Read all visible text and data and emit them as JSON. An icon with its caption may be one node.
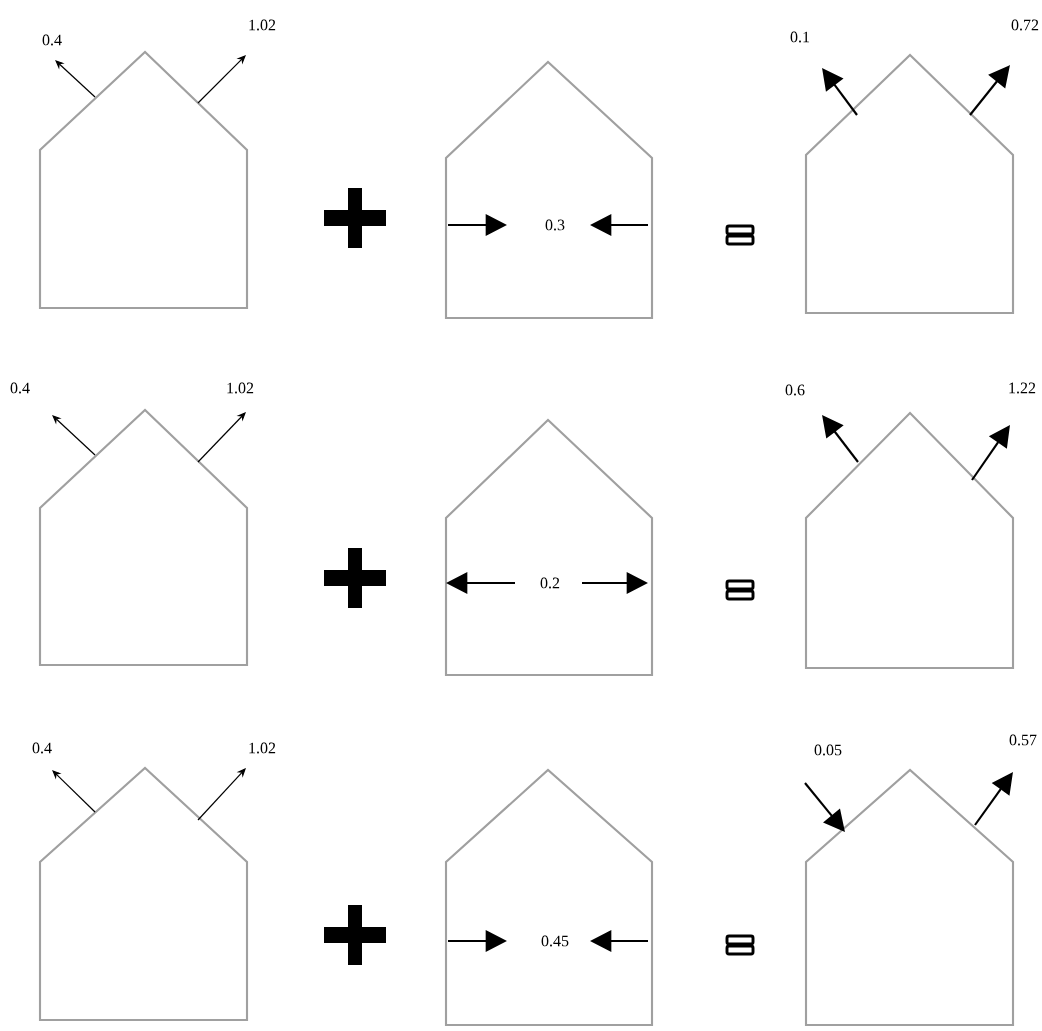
{
  "diagram": {
    "nodes": [
      {
        "text": [],
        "shape": "house"
      },
      {
        "text": [],
        "shape": "house"
      },
      {
        "text": [],
        "shape": "house"
      },
      {
        "text": [],
        "shape": "house"
      },
      {
        "text": [],
        "shape": "house"
      },
      {
        "text": [],
        "shape": "house"
      },
      {
        "text": [],
        "shape": "house"
      },
      {
        "text": [],
        "shape": "house"
      },
      {
        "text": [],
        "shape": "house"
      }
    ],
    "labels": [
      "0.4",
      "1.02",
      "0.1",
      "0.72",
      "0.3",
      "0.4",
      "1.02",
      "0.6",
      "1.22",
      "0.2",
      "0.4",
      "1.02",
      "0.05",
      "0.57",
      "0.45"
    ]
  }
}
